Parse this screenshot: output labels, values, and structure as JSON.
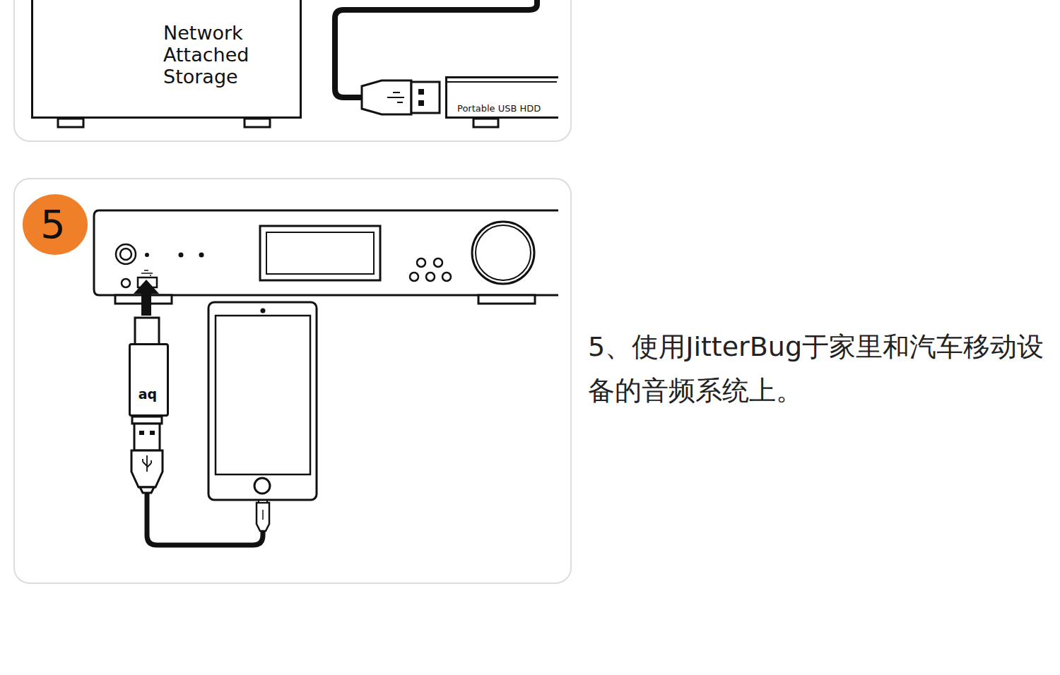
{
  "diagram": {
    "nodes": [
      {
        "text": [
          "Network Attached Storage"
        ]
      },
      {
        "text": [
          "Portable USB HDD"
        ]
      },
      {
        "text": [
          "5"
        ]
      },
      {
        "text": [
          "aq"
        ]
      }
    ],
    "labels": [
      "5、使用JitterBug于家里和汽车移动设备的音频系统上。"
    ]
  }
}
